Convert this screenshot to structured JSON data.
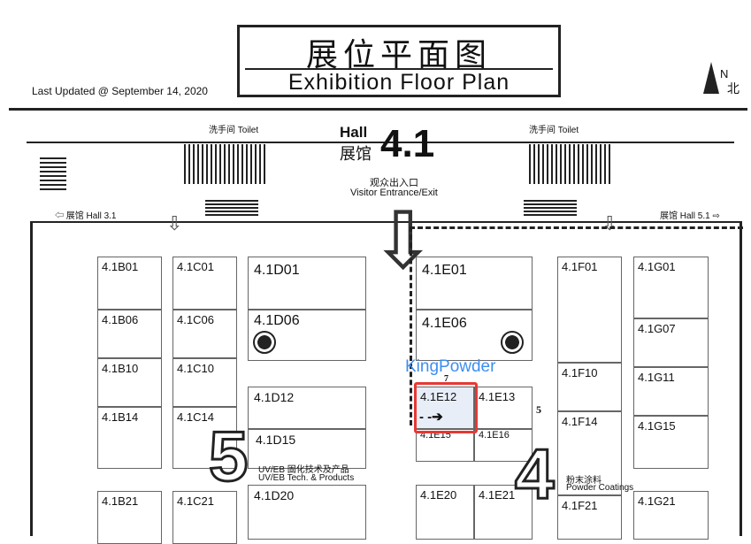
{
  "title": {
    "cn": "展位平面图",
    "en": "Exhibition Floor Plan"
  },
  "last_updated": "Last Updated @ September 14, 2020",
  "compass": {
    "letter": "N",
    "cn": "北"
  },
  "hall": {
    "en": "Hall",
    "cn": "展馆",
    "number": "4.1"
  },
  "entrance": {
    "cn": "观众出入口",
    "en": "Visitor Entrance/Exit"
  },
  "toilets": [
    {
      "cn": "洗手间",
      "en": "Toilet"
    },
    {
      "cn": "洗手间",
      "en": "Toilet"
    }
  ],
  "nav": {
    "left": "展馆 Hall 3.1",
    "right": "展馆 Hall 5.1"
  },
  "zones": [
    {
      "number": "5",
      "cn": "UV/EB 固化技术及产品",
      "en": "UV/EB Tech. & Products"
    },
    {
      "number": "4",
      "cn": "粉末涂料",
      "en": "Powder Coatings"
    }
  ],
  "aisle_numbers": [
    "7",
    "5"
  ],
  "highlight": {
    "label": "KingPowder",
    "booth": "4.1E12",
    "color": "#e53935",
    "label_color": "#3d8ef0"
  },
  "booths": {
    "B": [
      "4.1B01",
      "4.1B06",
      "4.1B10",
      "4.1B14",
      "4.1B21"
    ],
    "C": [
      "4.1C01",
      "4.1C06",
      "4.1C10",
      "4.1C14",
      "4.1C21"
    ],
    "D": [
      "4.1D01",
      "4.1D06",
      "4.1D12",
      "4.1D15",
      "4.1D20"
    ],
    "E": [
      "4.1E01",
      "4.1E06",
      "4.1E12",
      "4.1E13",
      "4.1E15",
      "4.1E16",
      "4.1E20",
      "4.1E21"
    ],
    "F": [
      "4.1F01",
      "4.1F10",
      "4.1F14",
      "4.1F21"
    ],
    "G": [
      "4.1G01",
      "4.1G07",
      "4.1G11",
      "4.1G15",
      "4.1G21"
    ]
  }
}
